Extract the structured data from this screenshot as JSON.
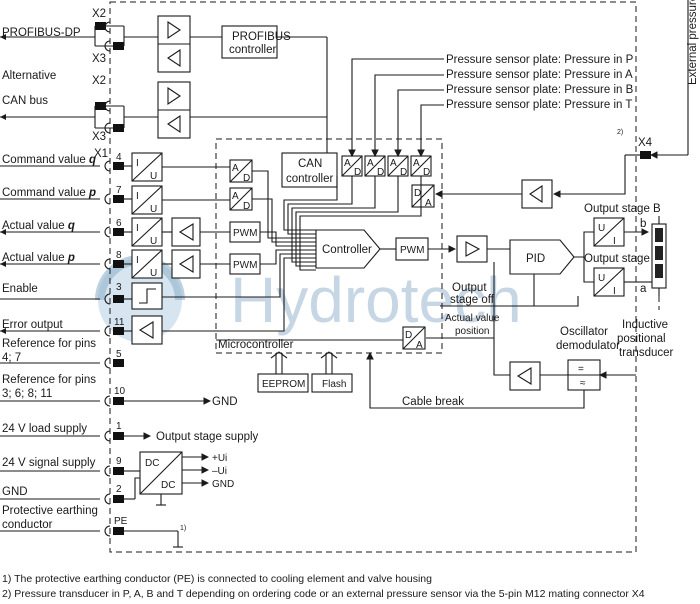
{
  "labels": {
    "x2a": "X2",
    "x3a": "X3",
    "profibus": "PROFIBUS-DP",
    "profibus_ctrl_1": "PROFIBUS",
    "profibus_ctrl_2": "controller",
    "alternative": "Alternative",
    "x2b": "X2",
    "canbus": "CAN bus",
    "x3b": "X3",
    "x1": "X1",
    "cmd_q": "Command value",
    "cmd_q_var": "q",
    "cmd_p": "Command value",
    "cmd_p_var": "p",
    "act_q": "Actual value",
    "act_q_var": "q",
    "act_p": "Actual value",
    "act_p_var": "p",
    "enable": "Enable",
    "error_output": "Error output",
    "ref47_1": "Reference for pins",
    "ref47_2": "4; 7",
    "ref3_1": "Reference for pins",
    "ref3_2": "3; 6; 8; 11",
    "gnd": "GND",
    "load_supply": "24 V load supply",
    "output_stage_supply": "Output stage supply",
    "signal_supply": "24 V signal supply",
    "gnd2": "GND",
    "pe_1": "Protective earthing",
    "pe_2": "conductor",
    "pe_pin": "PE",
    "footnote1_mark": "1)",
    "pin4": "4",
    "pin7": "7",
    "pin6": "6",
    "pin8": "8",
    "pin3": "3",
    "pin11": "11",
    "pin5": "5",
    "pin10": "10",
    "pin1": "1",
    "pin9": "9",
    "pin2": "2",
    "can_ctrl_1": "CAN",
    "can_ctrl_2": "controller",
    "press_p": "Pressure sensor plate: Pressure in P",
    "press_a": "Pressure sensor plate: Pressure in A",
    "press_b": "Pressure sensor plate: Pressure in B",
    "press_t": "Pressure sensor plate: Pressure in T",
    "ext_pressure": "External pressure",
    "x4": "X4",
    "footnote2_mark": "2)",
    "pwm1": "PWM",
    "pwm2": "PWM",
    "pwm3": "PWM",
    "controller": "Controller",
    "pid": "PID",
    "output_stage_b": "Output stage B",
    "output_stage_a": "Output stage A",
    "b": "b",
    "a": "a",
    "output_stage_off_1": "Output",
    "output_stage_off_2": "stage off",
    "actual_pos_1": "Actual value",
    "actual_pos_2": "position",
    "microcontroller": "Microcontroller",
    "eeprom": "EEPROM",
    "flash": "Flash",
    "oscillator_1": "Oscillator",
    "oscillator_2": "demodulator",
    "inductive_1": "Inductive",
    "inductive_2": "positional",
    "inductive_3": "transducer",
    "cable_break": "Cable break",
    "ad_a": "A",
    "ad_d": "D",
    "da_d": "D",
    "da_a": "A",
    "iu_i": "I",
    "iu_u": "U",
    "ui_u": "U",
    "ui_i": "I",
    "dc1": "DC",
    "dc2": "DC",
    "plus_ui": "+Ui",
    "minus_ui": "–Ui",
    "gnd3": "GND"
  },
  "watermark": "Hydrotech",
  "footnotes": [
    "1) The protective earthing conductor (PE) is connected to cooling element and valve housing",
    "2) Pressure transducer in P, A, B and T depending on ordering code or an external pressure sensor via the 5-pin M12 mating connector X4"
  ]
}
